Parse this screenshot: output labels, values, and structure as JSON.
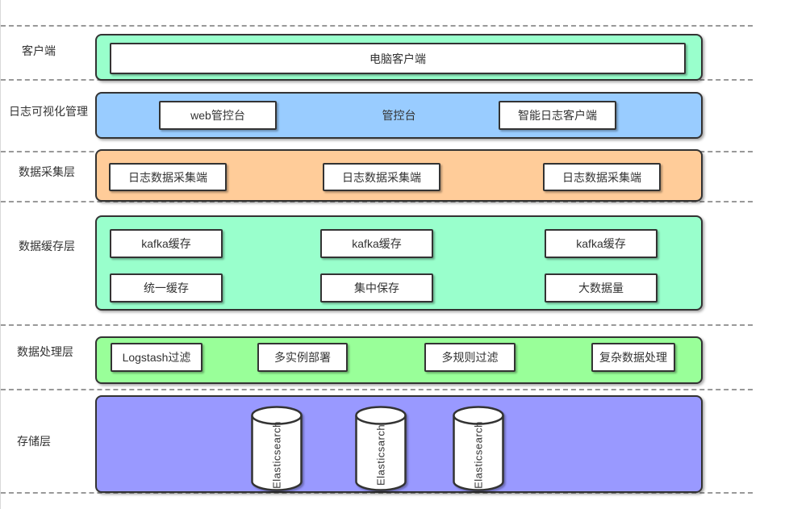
{
  "diagram": {
    "style": {
      "border_color": "#333333",
      "divider_color": "#999999",
      "text_color": "#333333"
    },
    "layers": {
      "client": {
        "label": "客户端",
        "fill": "#99FFCC",
        "node": "电脑客户端"
      },
      "visualization": {
        "label": "日志可视化管理",
        "fill": "#99CCFF",
        "web_console": "web管控台",
        "console": "管控台",
        "smart_client": "智能日志客户端"
      },
      "collection": {
        "label": "数据采集层",
        "fill": "#FFCC99",
        "agents": [
          "日志数据采集端",
          "日志数据采集端",
          "日志数据采集端"
        ]
      },
      "cache": {
        "label": "数据缓存层",
        "fill": "#99FFCC",
        "kafka_row": [
          "kafka缓存",
          "kafka缓存",
          "kafka缓存"
        ],
        "feature_row": [
          "统一缓存",
          "集中保存",
          "大数据量"
        ]
      },
      "processing": {
        "label": "数据处理层",
        "fill": "#99FF99",
        "nodes": [
          "Logstash过滤",
          "多实例部署",
          "多规则过滤",
          "复杂数据处理"
        ]
      },
      "storage": {
        "label": "存储层",
        "fill": "#9999FF",
        "databases": [
          "Elasticsearch",
          "Elasticsarch",
          "Elasticsearch"
        ]
      }
    }
  }
}
